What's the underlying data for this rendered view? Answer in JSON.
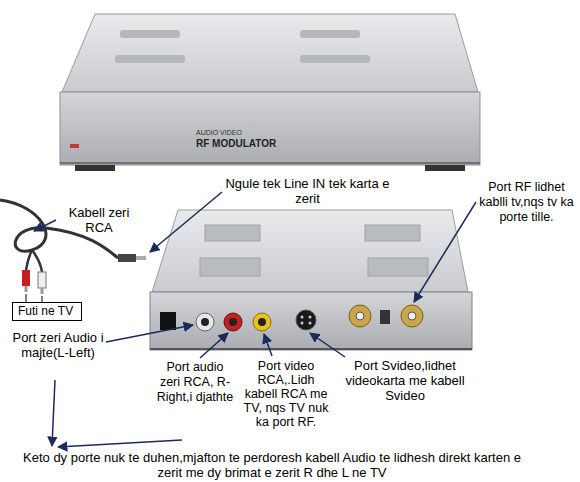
{
  "diagram": {
    "nodes": [
      {
        "text": [
          "Futi ne TV"
        ]
      }
    ],
    "labels": [
      "AUDIO VIDEO",
      "RF MODULATOR",
      "Ngule tek Line IN tek karta e zerit",
      "Kabell zeri RCA",
      "Port RF lidhet kablli tv,nqs tv ka porte tille.",
      "Port zeri Audio i majte(L-Left)",
      "Port audio zeri RCA, R-Right,i djathte",
      "Port video RCA,.Lidh kabell RCA me TV, nqs TV nuk ka port RF.",
      "Port Svideo,lidhet videokarta me kabell Svideo",
      "Keto dy porte nuk te duhen,mjafton te perdoresh kabell Audio te lidhesh direkt karten e zerit me dy brimat e zerit R dhe L ne TV"
    ]
  }
}
